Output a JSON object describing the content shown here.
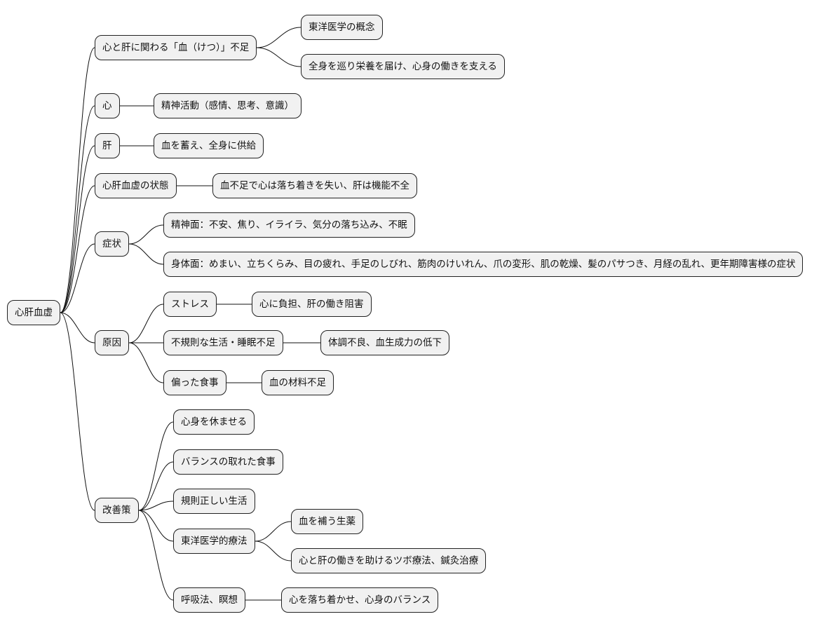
{
  "mindmap": {
    "root": "心肝血虚",
    "branches": [
      {
        "label": "心と肝に関わる「血（けつ）」不足",
        "children": [
          {
            "label": "東洋医学の概念"
          },
          {
            "label": "全身を巡り栄養を届け、心身の働きを支える"
          }
        ]
      },
      {
        "label": "心",
        "children": [
          {
            "label": "精神活動（感情、思考、意識）"
          }
        ]
      },
      {
        "label": "肝",
        "children": [
          {
            "label": "血を蓄え、全身に供給"
          }
        ]
      },
      {
        "label": "心肝血虚の状態",
        "children": [
          {
            "label": "血不足で心は落ち着きを失い、肝は機能不全"
          }
        ]
      },
      {
        "label": "症状",
        "children": [
          {
            "label": "精神面：不安、焦り、イライラ、気分の落ち込み、不眠"
          },
          {
            "label": "身体面：めまい、立ちくらみ、目の疲れ、手足のしびれ、筋肉のけいれん、爪の変形、肌の乾燥、髪のパサつき、月経の乱れ、更年期障害様の症状"
          }
        ]
      },
      {
        "label": "原因",
        "children": [
          {
            "label": "ストレス",
            "children": [
              {
                "label": "心に負担、肝の働き阻害"
              }
            ]
          },
          {
            "label": "不規則な生活・睡眠不足",
            "children": [
              {
                "label": "体調不良、血生成力の低下"
              }
            ]
          },
          {
            "label": "偏った食事",
            "children": [
              {
                "label": "血の材料不足"
              }
            ]
          }
        ]
      },
      {
        "label": "改善策",
        "children": [
          {
            "label": "心身を休ませる"
          },
          {
            "label": "バランスの取れた食事"
          },
          {
            "label": "規則正しい生活"
          },
          {
            "label": "東洋医学的療法",
            "children": [
              {
                "label": "血を補う生薬"
              },
              {
                "label": "心と肝の働きを助けるツボ療法、鍼灸治療"
              }
            ]
          },
          {
            "label": "呼吸法、瞑想",
            "children": [
              {
                "label": "心を落ち着かせ、心身のバランス"
              }
            ]
          }
        ]
      }
    ]
  }
}
